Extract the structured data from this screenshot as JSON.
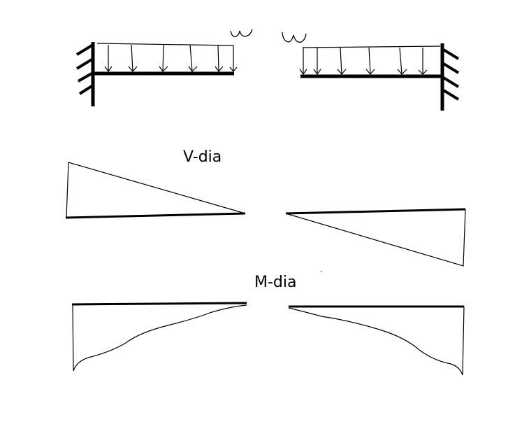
{
  "labels": {
    "shear_diagram": "V-dia",
    "moment_diagram": "M-dia"
  },
  "load_symbol": "w",
  "colors": {
    "ink": "#000000",
    "background": "#ffffff"
  }
}
